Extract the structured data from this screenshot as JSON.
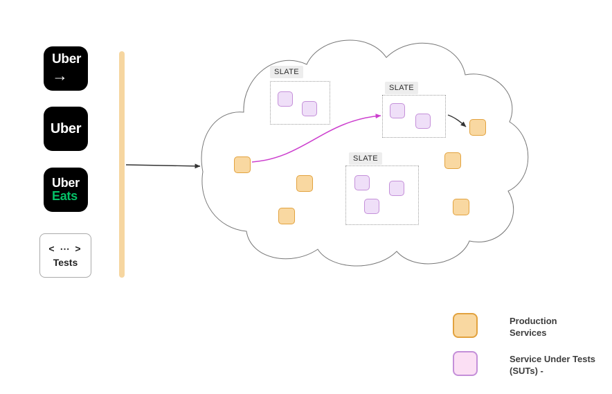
{
  "apps": [
    {
      "line1": "Uber",
      "line2": "→"
    },
    {
      "line1": "Uber"
    },
    {
      "line1": "Uber",
      "line2": "Eats"
    }
  ],
  "tests": {
    "icon": "< ⋯ >",
    "label": "Tests"
  },
  "cloud": {
    "slate_boxes": [
      {
        "label": "SLATE"
      },
      {
        "label": "SLATE"
      },
      {
        "label": "SLATE"
      }
    ]
  },
  "legend": {
    "items": [
      {
        "type": "production",
        "label": "Production\nServices"
      },
      {
        "type": "sut",
        "label": "Service Under Tests\n(SUTs) -"
      }
    ]
  },
  "colors": {
    "production_fill": "#F9D8A1",
    "production_border": "#E2A23E",
    "sut_fill": "#EFDFF8",
    "sut_border": "#C48FD9",
    "legend_sut_fill": "#FBDFF4",
    "bar": "#F6D6A0",
    "eats_green": "#05C167",
    "arrow_magenta": "#CC3FCE"
  }
}
